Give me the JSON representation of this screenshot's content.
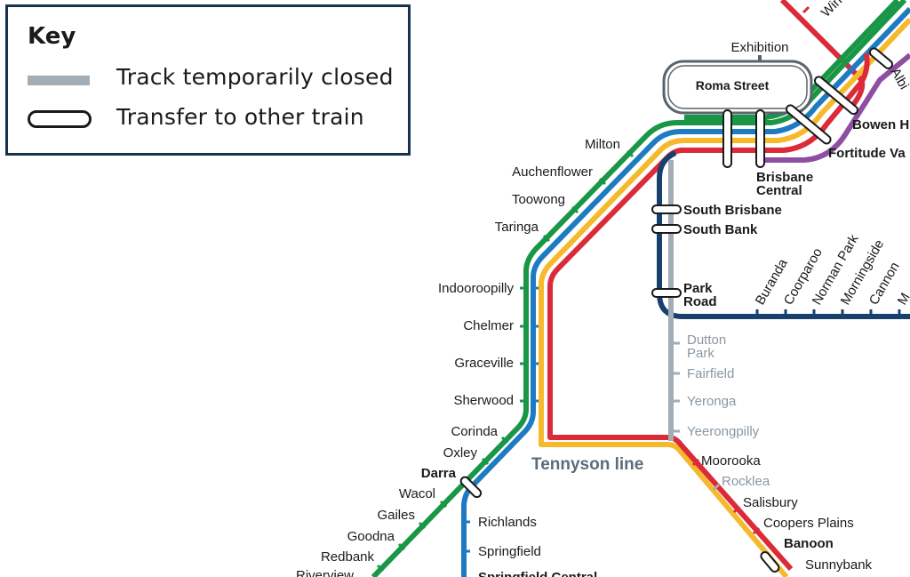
{
  "key": {
    "title": "Key",
    "closed_label": "Track temporarily closed",
    "transfer_label": "Transfer to other train"
  },
  "colors": {
    "green": "#1a9647",
    "blue": "#1f7bc1",
    "yellow": "#f6b92b",
    "red": "#db2b39",
    "purple": "#8e4fa2",
    "navy": "#18406f",
    "closed_grey": "#a3adb5",
    "key_border": "#15324f"
  },
  "line_label": "Tennyson line",
  "stations": {
    "exhibition": "Exhibition",
    "roma_street": "Roma Street",
    "bowen_hills": "Bowen H",
    "fortitude_valley": "Fortitude Va",
    "wind": "Win",
    "albion": "Albi",
    "brisbane": "Brisbane",
    "central": "Central",
    "milton": "Milton",
    "auchenflower": "Auchenflower",
    "toowong": "Toowong",
    "taringa": "Taringa",
    "indooroopilly": "Indooroopilly",
    "chelmer": "Chelmer",
    "graceville": "Graceville",
    "sherwood": "Sherwood",
    "corinda": "Corinda",
    "oxley": "Oxley",
    "darra": "Darra",
    "wacol": "Wacol",
    "gailes": "Gailes",
    "goodna": "Goodna",
    "redbank": "Redbank",
    "riverview": "Riverview",
    "richlands": "Richlands",
    "springfield": "Springfield",
    "springfield_central": "Springfield Central",
    "south_brisbane": "South Brisbane",
    "south_bank": "South Bank",
    "park": "Park",
    "road": "Road",
    "buranda": "Buranda",
    "coorparoo": "Coorparoo",
    "norman_park": "Norman Park",
    "morningside": "Morningside",
    "cannon": "Cannon",
    "m": "M",
    "dutton": "Dutton",
    "dutton_park": "Park",
    "fairfield": "Fairfield",
    "yeronga": "Yeronga",
    "yeerongpilly": "Yeerongpilly",
    "moorooka": "Moorooka",
    "rocklea": "Rocklea",
    "salisbury": "Salisbury",
    "coopers_plains": "Coopers Plains",
    "banoon": "Banoon",
    "sunnybank": "Sunnybank"
  }
}
